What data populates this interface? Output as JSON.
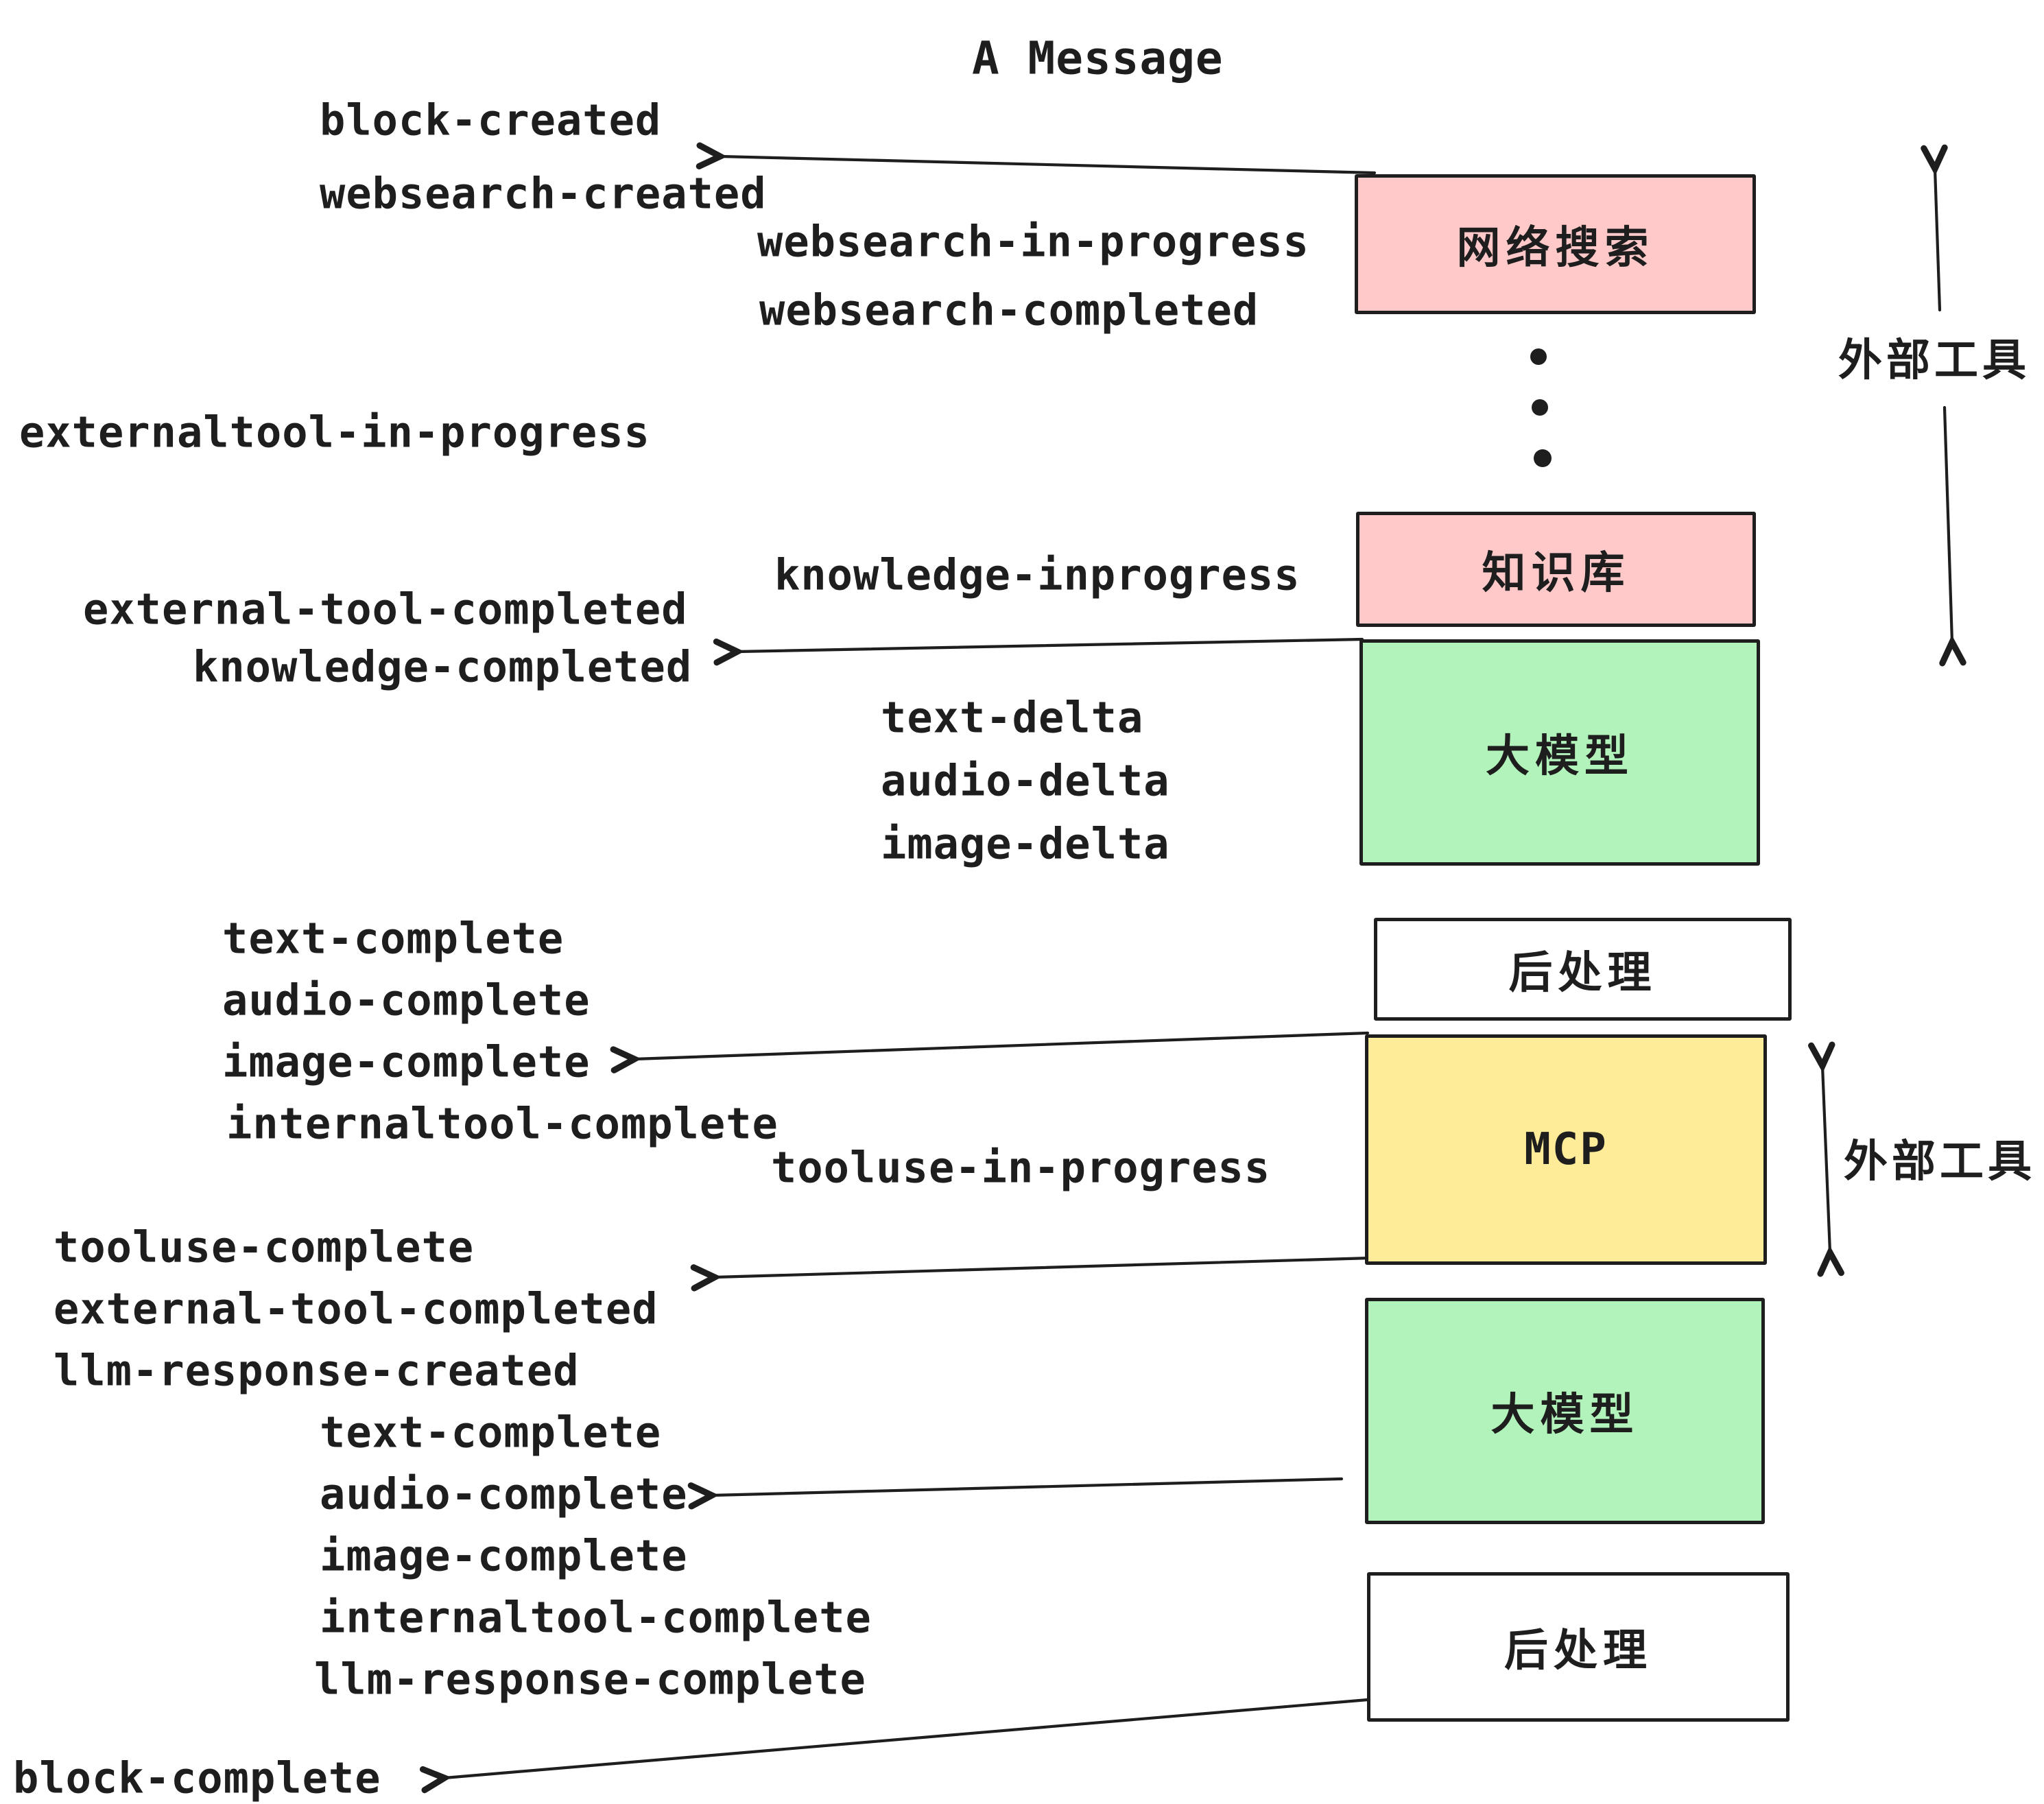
{
  "title": "A Message",
  "colors": {
    "pink": "#ffc9c9",
    "green": "#b2f2bb",
    "yellow": "#ffec99",
    "ink": "#1e1e1e",
    "paper": "#ffffff"
  },
  "events": {
    "block_created": "block-created",
    "websearch_created": "websearch-created",
    "websearch_in_progress": "websearch-in-progress",
    "websearch_completed": "websearch-completed",
    "externaltool_in_progress": "externaltool-in-progress",
    "knowledge_inprogress": "knowledge-inprogress",
    "external_tool_completed": "external-tool-completed",
    "knowledge_completed": "knowledge-completed",
    "text_delta": "text-delta",
    "audio_delta": "audio-delta",
    "image_delta": "image-delta",
    "text_complete": "text-complete",
    "audio_complete": "audio-complete",
    "image_complete": "image-complete",
    "internaltool_complete": "internaltool-complete",
    "tooluse_in_progress": "tooluse-in-progress",
    "tooluse_complete": "tooluse-complete",
    "llm_response_created": "llm-response-created",
    "llm_response_complete": "llm-response-complete",
    "block_complete": "block-complete"
  },
  "boxes": {
    "websearch": "网络搜索",
    "knowledge": "知识库",
    "llm": "大模型",
    "post_process": "后处理",
    "mcp": "MCP"
  },
  "annotations": {
    "external_tools": "外部工具"
  }
}
